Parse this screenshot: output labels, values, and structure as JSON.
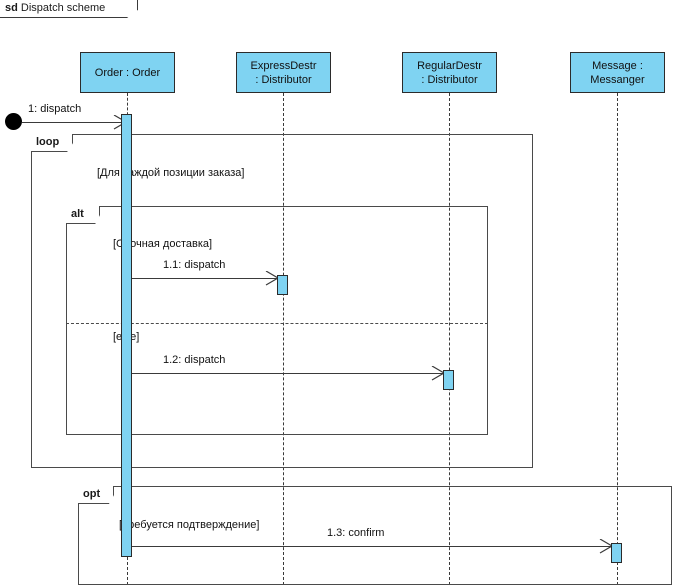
{
  "frame": {
    "keyword": "sd",
    "name": "Dispatch scheme"
  },
  "lifelines": [
    {
      "id": "order",
      "line1": "Order : Order",
      "line2": ""
    },
    {
      "id": "express",
      "line1": "ExpressDestr",
      "line2": ": Distributor"
    },
    {
      "id": "regular",
      "line1": "RegularDestr",
      "line2": ": Distributor"
    },
    {
      "id": "message",
      "line1": "Message :",
      "line2": "Messanger"
    }
  ],
  "fragments": [
    {
      "id": "loop",
      "operator": "loop",
      "guard": "[Для каждой позиции заказа]"
    },
    {
      "id": "alt",
      "operator": "alt",
      "guard": "[Срочная доставка]",
      "else_guard": "[else]"
    },
    {
      "id": "opt",
      "operator": "opt",
      "guard": "[Требуется подтверждение]"
    }
  ],
  "messages": [
    {
      "id": "m1",
      "label": "1: dispatch",
      "from": "found",
      "to": "order"
    },
    {
      "id": "m1_1",
      "label": "1.1: dispatch",
      "from": "order",
      "to": "express"
    },
    {
      "id": "m1_2",
      "label": "1.2: dispatch",
      "from": "order",
      "to": "regular"
    },
    {
      "id": "m1_3",
      "label": "1.3: confirm",
      "from": "order",
      "to": "message"
    }
  ],
  "colors": {
    "object_fill": "#7fd3f2",
    "stroke": "#2b2b2b",
    "frame_stroke": "#4a4a4a",
    "background": "#ffffff",
    "start_dot": "#000000"
  }
}
